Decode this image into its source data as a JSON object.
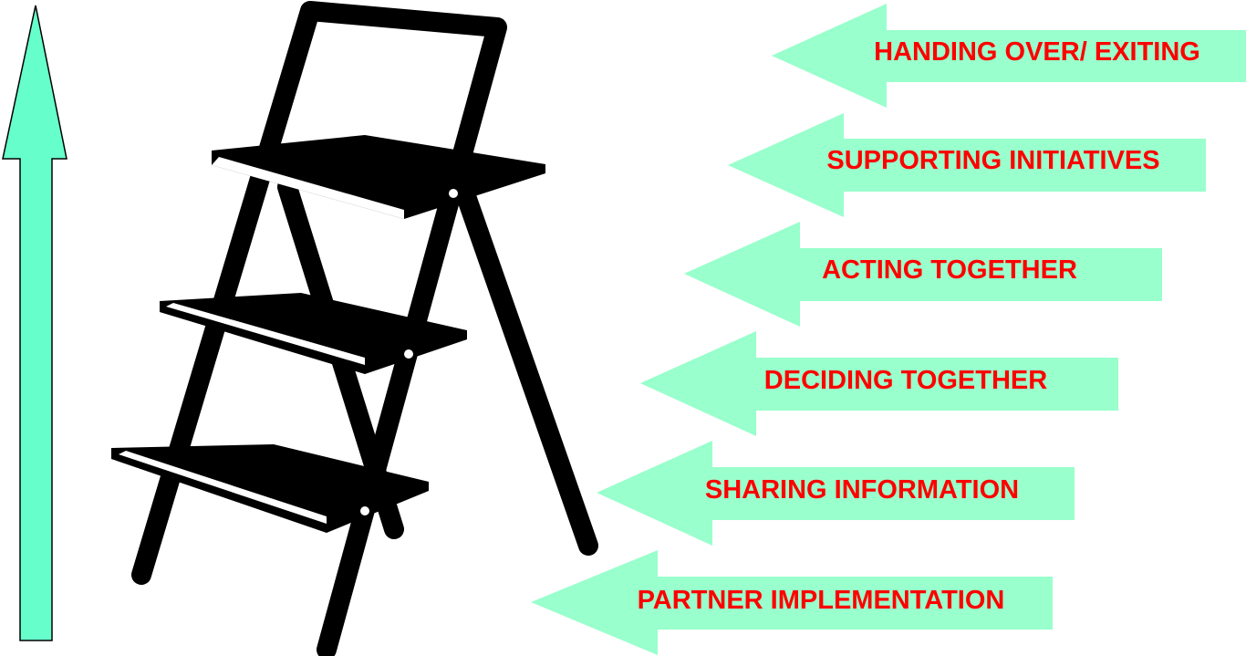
{
  "colors": {
    "arrow_fill": "#99ffcc",
    "up_arrow_fill": "#66ffcc",
    "label_color": "#ff0000",
    "ladder_color": "#000000"
  },
  "icons": {
    "ladder": "step-ladder-icon",
    "direction": "up-arrow-icon"
  },
  "steps": [
    {
      "label": "HANDING OVER/ EXITING"
    },
    {
      "label": "SUPPORTING INITIATIVES"
    },
    {
      "label": "ACTING TOGETHER"
    },
    {
      "label": "DECIDING TOGETHER"
    },
    {
      "label": "SHARING INFORMATION"
    },
    {
      "label": "PARTNER IMPLEMENTATION"
    }
  ]
}
